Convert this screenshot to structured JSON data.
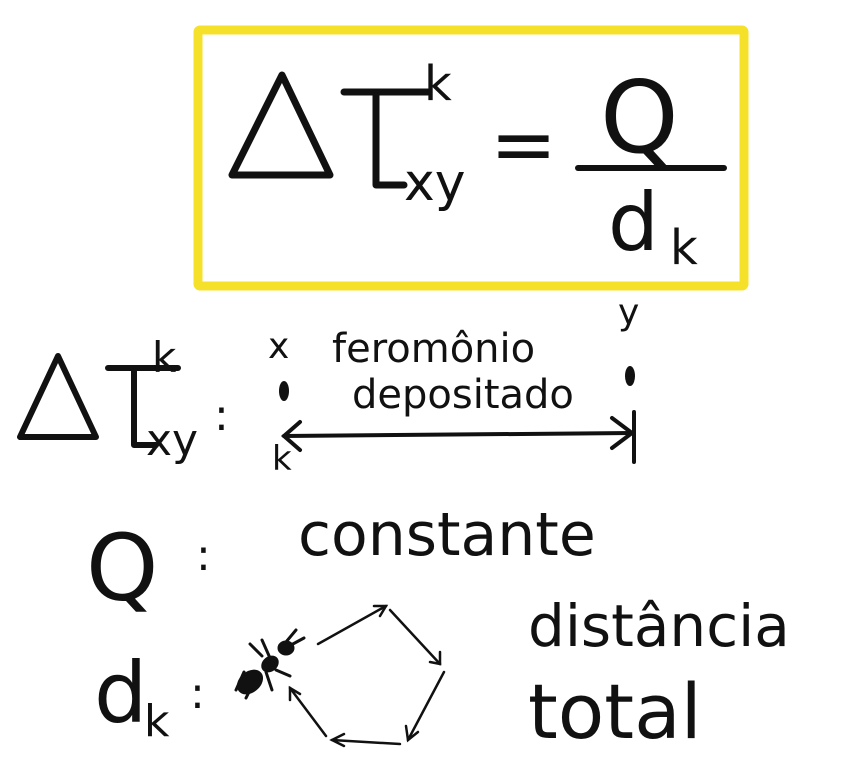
{
  "formula": {
    "lhs_symbol": "ΔT",
    "superscript": "k",
    "subscript": "xy",
    "equals": "=",
    "numerator": "Q",
    "denominator_base": "d",
    "denominator_sub": "k"
  },
  "definitions": {
    "delta_tau": {
      "symbol": "ΔT",
      "superscript": "k",
      "subscript": "xy",
      "colon": ":",
      "point_x_label": "x",
      "point_y_label": "y",
      "ant_label": "k",
      "description_line1": "feromônio",
      "description_line2": "depositado"
    },
    "q": {
      "symbol": "Q",
      "colon": ":",
      "description": "constante"
    },
    "dk": {
      "symbol": "d",
      "subscript": "k",
      "colon": ":",
      "description_line1": "distância",
      "description_line2": "total"
    }
  },
  "colors": {
    "highlight_box": "#f5e12a",
    "ink": "#111111"
  },
  "icons": [
    "ant-icon",
    "hexagon-path-icon"
  ]
}
